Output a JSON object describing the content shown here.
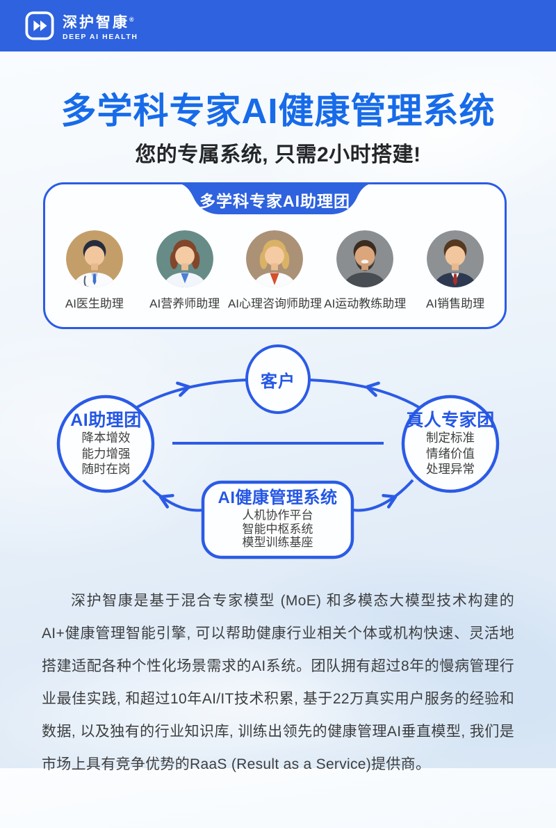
{
  "brand": {
    "name": "深护智康",
    "reg_mark": "®",
    "tagline": "DEEP AI HEALTH"
  },
  "hero": {
    "title": "多学科专家AI健康管理系统",
    "subtitle": "您的专属系统, 只需2小时搭建!"
  },
  "team_card": {
    "tab_label": "多学科专家AI助理团",
    "members": [
      {
        "label": "AI医生助理",
        "avatar": "doctor-avatar"
      },
      {
        "label": "AI营养师助理",
        "avatar": "nutritionist-avatar"
      },
      {
        "label": "AI心理咨询师助理",
        "avatar": "counselor-avatar"
      },
      {
        "label": "AI运动教练助理",
        "avatar": "fitness-coach-avatar"
      },
      {
        "label": "AI销售助理",
        "avatar": "sales-avatar"
      }
    ]
  },
  "diagram": {
    "top_node": {
      "label": "客户"
    },
    "left_node": {
      "title": "AI助理团",
      "items": [
        "降本增效",
        "能力增强",
        "随时在岗"
      ]
    },
    "right_node": {
      "title": "真人专家团",
      "items": [
        "制定标准",
        "情绪价值",
        "处理异常"
      ]
    },
    "bottom_node": {
      "title": "AI健康管理系统",
      "items": [
        "人机协作平台",
        "智能中枢系统",
        "模型训练基座"
      ]
    }
  },
  "about": {
    "paragraph": "深护智康是基于混合专家模型 (MoE) 和多模态大模型技术构建的AI+健康管理智能引擎, 可以帮助健康行业相关个体或机构快速、灵活地搭建适配各种个性化场景需求的AI系统。团队拥有超过8年的慢病管理行业最佳实践, 和超过10年AI/IT技术积累, 基于22万真实用户服务的经验和数据, 以及独有的行业知识库, 训练出领先的健康管理AI垂直模型, 我们是市场上具有竞争优势的RaaS (Result as a Service)提供商。"
  },
  "colors": {
    "accent_blue": "#2B5BE6",
    "header_bg": "#2E62DE",
    "title_blue": "#176BE9",
    "text_dark": "#3c3e40",
    "card_bg": "#fdfeff"
  }
}
